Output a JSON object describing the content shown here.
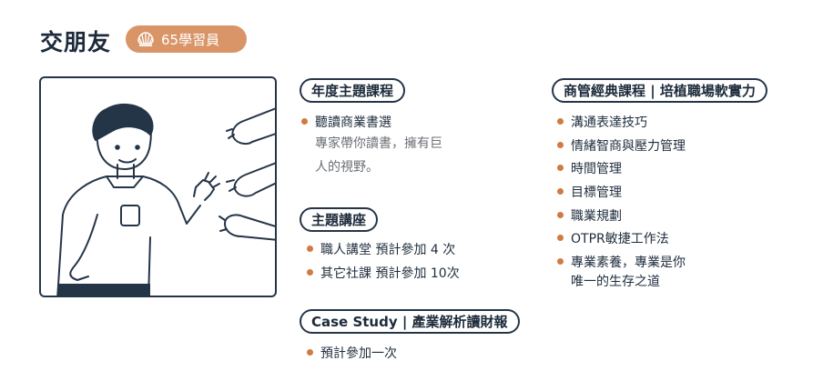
{
  "header": {
    "title": "交朋友",
    "badge": "65學習員"
  },
  "annual": {
    "label": "年度主題課程",
    "item": "聽讀商業書選",
    "desc_line1": "專家帶你讀書，擁有巨",
    "desc_line2": "人的視野。"
  },
  "lectures": {
    "label": "主題講座",
    "items": [
      "職人講堂 預計參加 4 次",
      "其它社課 預計參加 10次"
    ]
  },
  "casestudy": {
    "label": "Case Study | 產業解析讀財報",
    "item": "預計參加一次"
  },
  "classic": {
    "label": "商管經典課程 | 培植職場軟實力",
    "items": [
      "溝通表達技巧",
      "情緒智商與壓力管理",
      "時間管理",
      "目標管理",
      "職業規劃",
      "OTPR敏捷工作法"
    ],
    "last_line1": "專業素養，專業是你",
    "last_line2": "唯一的生存之道"
  }
}
